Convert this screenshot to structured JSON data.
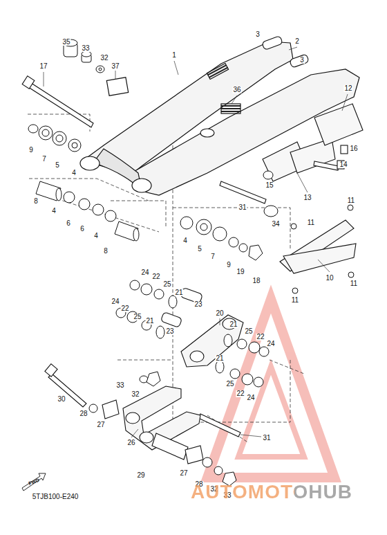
{
  "diagram": {
    "labels": [
      "35",
      "33",
      "32",
      "37",
      "1",
      "3",
      "2",
      "3",
      "12",
      "36",
      "17",
      "9",
      "7",
      "5",
      "4",
      "16",
      "15",
      "14",
      "13",
      "11",
      "31",
      "34",
      "11",
      "8",
      "4",
      "6",
      "6",
      "4",
      "8",
      "4",
      "5",
      "7",
      "9",
      "19",
      "18",
      "10",
      "11",
      "11",
      "24",
      "22",
      "25",
      "21",
      "24",
      "22",
      "23",
      "20",
      "25",
      "21",
      "21",
      "23",
      "25",
      "22",
      "24",
      "21",
      "25",
      "22",
      "24",
      "33",
      "32",
      "30",
      "28",
      "27",
      "26",
      "31",
      "29",
      "27",
      "28",
      "32",
      "33",
      "FWD",
      "5TJB100-E240",
      "AUTOMOTOHUB"
    ]
  }
}
